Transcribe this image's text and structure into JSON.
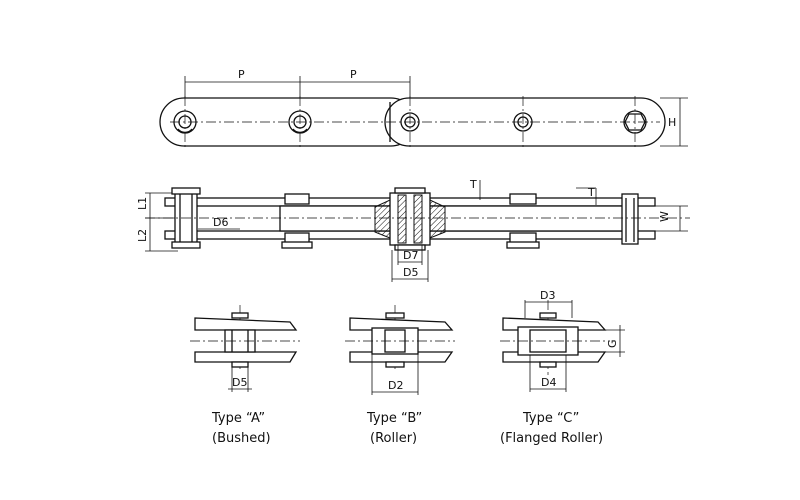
{
  "top_view": {
    "dim_pitch_1": "P",
    "dim_pitch_2": "P",
    "dim_height": "H"
  },
  "side_view": {
    "dim_l1": "L1",
    "dim_l2": "L2",
    "dim_d6": "D6",
    "dim_d7": "D7",
    "dim_d5": "D5",
    "dim_t1": "T",
    "dim_t2": "T",
    "dim_w": "W"
  },
  "type_a": {
    "dim_label": "D5",
    "title": "Type “A”",
    "subtitle": "(Bushed)"
  },
  "type_b": {
    "dim_label": "D2",
    "title": "Type “B”",
    "subtitle": "(Roller)"
  },
  "type_c": {
    "dim_top": "D3",
    "dim_bottom": "D4",
    "dim_side": "G",
    "title": "Type “C”",
    "subtitle": "(Flanged Roller)"
  }
}
